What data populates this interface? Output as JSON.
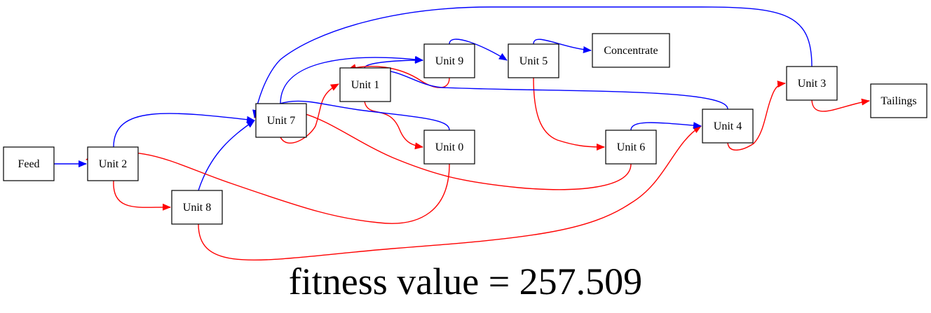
{
  "colors": {
    "concentrate_stream": "#0000ff",
    "tailings_stream": "#ff0000",
    "node_border": "#000000",
    "background": "#ffffff"
  },
  "diagram": {
    "nodes": [
      {
        "id": "feed",
        "label": "Feed"
      },
      {
        "id": "u2",
        "label": "Unit 2"
      },
      {
        "id": "u8",
        "label": "Unit 8"
      },
      {
        "id": "u7",
        "label": "Unit 7"
      },
      {
        "id": "u1",
        "label": "Unit 1"
      },
      {
        "id": "u9",
        "label": "Unit 9"
      },
      {
        "id": "u0",
        "label": "Unit 0"
      },
      {
        "id": "u5",
        "label": "Unit 5"
      },
      {
        "id": "u6",
        "label": "Unit 6"
      },
      {
        "id": "conc",
        "label": "Concentrate"
      },
      {
        "id": "u4",
        "label": "Unit 4"
      },
      {
        "id": "u3",
        "label": "Unit 3"
      },
      {
        "id": "tail",
        "label": "Tailings"
      }
    ],
    "edges": [
      {
        "from": "feed",
        "to": "u2",
        "stream": "concentrate"
      },
      {
        "from": "u2",
        "to": "u7",
        "stream": "concentrate"
      },
      {
        "from": "u2",
        "to": "u8",
        "stream": "tailings"
      },
      {
        "from": "u8",
        "to": "u7",
        "stream": "concentrate"
      },
      {
        "from": "u8",
        "to": "u4",
        "stream": "tailings"
      },
      {
        "from": "u7",
        "to": "u9",
        "stream": "concentrate"
      },
      {
        "from": "u7",
        "to": "u1",
        "stream": "tailings"
      },
      {
        "from": "u1",
        "to": "u9",
        "stream": "concentrate"
      },
      {
        "from": "u1",
        "to": "u0",
        "stream": "tailings"
      },
      {
        "from": "u9",
        "to": "u5",
        "stream": "concentrate"
      },
      {
        "from": "u9",
        "to": "u1",
        "stream": "tailings"
      },
      {
        "from": "u0",
        "to": "u7",
        "stream": "concentrate"
      },
      {
        "from": "u0",
        "to": "u2",
        "stream": "tailings"
      },
      {
        "from": "u5",
        "to": "conc",
        "stream": "concentrate"
      },
      {
        "from": "u5",
        "to": "u6",
        "stream": "tailings"
      },
      {
        "from": "u6",
        "to": "u4",
        "stream": "concentrate"
      },
      {
        "from": "u6",
        "to": "u7",
        "stream": "tailings"
      },
      {
        "from": "u4",
        "to": "u1",
        "stream": "concentrate"
      },
      {
        "from": "u4",
        "to": "u3",
        "stream": "tailings"
      },
      {
        "from": "u3",
        "to": "u7",
        "stream": "concentrate"
      },
      {
        "from": "u3",
        "to": "tail",
        "stream": "tailings"
      }
    ]
  },
  "caption": "fitness value = 257.509"
}
